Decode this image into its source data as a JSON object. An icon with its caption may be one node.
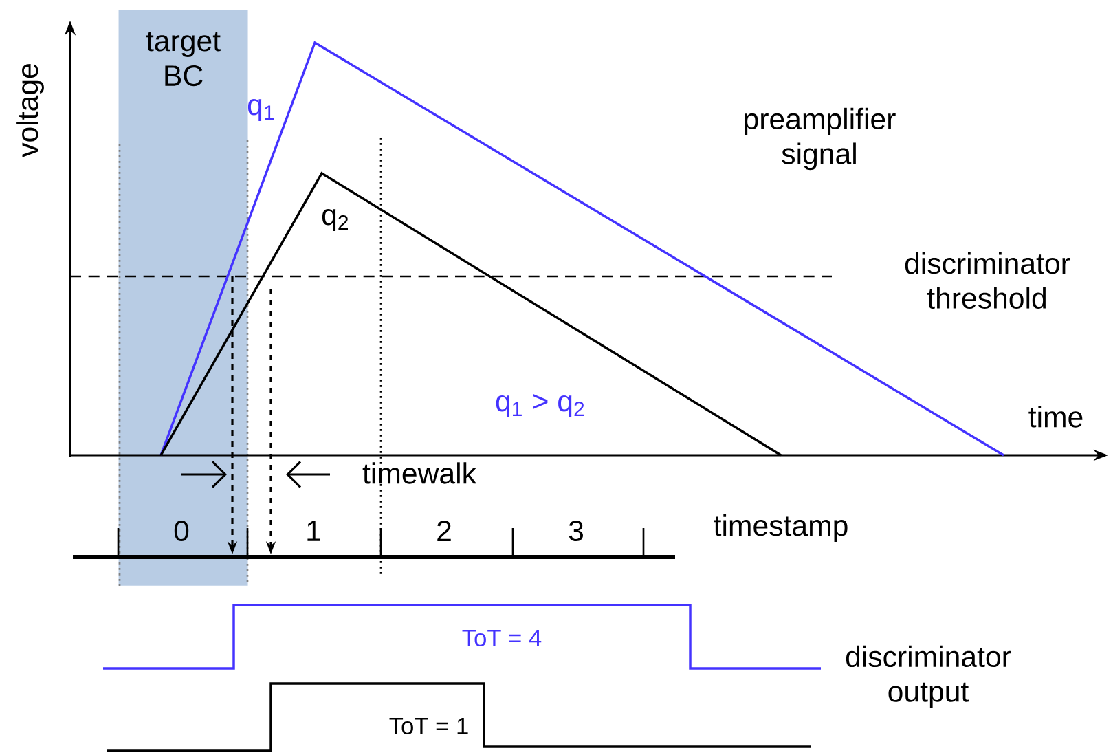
{
  "diagram": {
    "nodes": [
      {
        "text": [
          "target BC"
        ]
      }
    ],
    "labels": [
      "voltage",
      "q$_{1}$",
      "preamplifier signal",
      "q$_{2}$",
      "discriminator threshold",
      "q$_{1}$ > q$_{2}$",
      "time",
      "timewalk",
      "0",
      "1",
      "2",
      "3",
      "timestamp",
      "ToT =  4",
      "discriminator output",
      "ToT =  1"
    ]
  }
}
